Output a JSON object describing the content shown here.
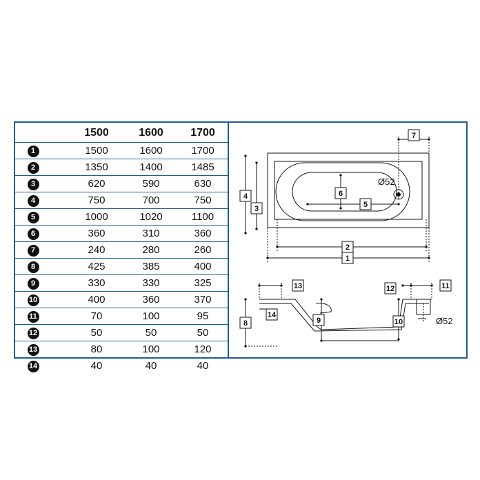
{
  "headers": [
    "1500",
    "1600",
    "1700"
  ],
  "rows": [
    {
      "id": "1",
      "values": [
        "1500",
        "1600",
        "1700"
      ]
    },
    {
      "id": "2",
      "values": [
        "1350",
        "1400",
        "1485"
      ]
    },
    {
      "id": "3",
      "values": [
        "620",
        "590",
        "630"
      ]
    },
    {
      "id": "4",
      "values": [
        "750",
        "700",
        "750"
      ]
    },
    {
      "id": "5",
      "values": [
        "1000",
        "1020",
        "1100"
      ]
    },
    {
      "id": "6",
      "values": [
        "360",
        "310",
        "360"
      ]
    },
    {
      "id": "7",
      "values": [
        "240",
        "280",
        "260"
      ]
    },
    {
      "id": "8",
      "values": [
        "425",
        "385",
        "400"
      ]
    },
    {
      "id": "9",
      "values": [
        "330",
        "330",
        "325"
      ]
    },
    {
      "id": "10",
      "values": [
        "400",
        "360",
        "370"
      ]
    },
    {
      "id": "11",
      "values": [
        "70",
        "100",
        "95"
      ]
    },
    {
      "id": "12",
      "values": [
        "50",
        "50",
        "50"
      ]
    },
    {
      "id": "13",
      "values": [
        "80",
        "100",
        "120"
      ]
    },
    {
      "id": "14",
      "values": [
        "40",
        "40",
        "40"
      ]
    }
  ],
  "drawing": {
    "drain_label_top": "Ø52",
    "drain_label_side": "Ø52",
    "markers": {
      "m1": "1",
      "m2": "2",
      "m3": "3",
      "m4": "4",
      "m5": "5",
      "m6": "6",
      "m7": "7",
      "m8": "8",
      "m9": "9",
      "m10": "10",
      "m11": "11",
      "m12": "12",
      "m13": "13",
      "m14": "14"
    }
  }
}
